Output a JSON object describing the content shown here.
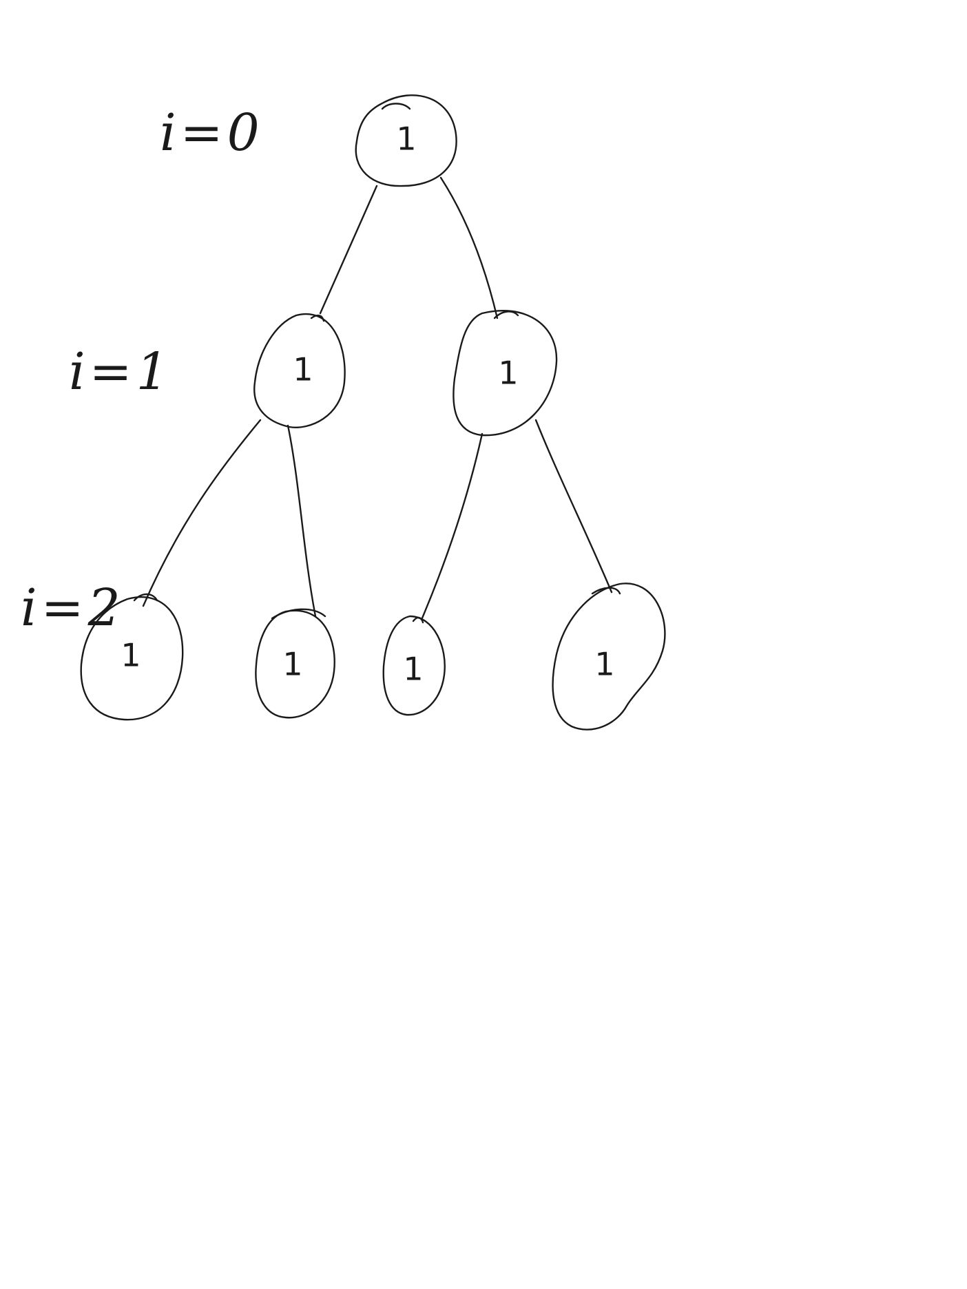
{
  "diagram": {
    "type": "binary-tree",
    "levels": [
      {
        "label": "i=0"
      },
      {
        "label": "i=1"
      },
      {
        "label": "i=2"
      }
    ],
    "nodes": [
      {
        "id": "root",
        "value": "1",
        "level": 0
      },
      {
        "id": "l1-left",
        "value": "1",
        "level": 1
      },
      {
        "id": "l1-right",
        "value": "1",
        "level": 1
      },
      {
        "id": "l2-a",
        "value": "1",
        "level": 2
      },
      {
        "id": "l2-b",
        "value": "1",
        "level": 2
      },
      {
        "id": "l2-c",
        "value": "1",
        "level": 2
      },
      {
        "id": "l2-d",
        "value": "1",
        "level": 2
      }
    ],
    "edges": [
      {
        "from": "root",
        "to": "l1-left"
      },
      {
        "from": "root",
        "to": "l1-right"
      },
      {
        "from": "l1-left",
        "to": "l2-a"
      },
      {
        "from": "l1-left",
        "to": "l2-b"
      },
      {
        "from": "l1-right",
        "to": "l2-c"
      },
      {
        "from": "l1-right",
        "to": "l2-d"
      }
    ],
    "ink_color": "#1a1a1a",
    "background_color": "#ffffff"
  }
}
